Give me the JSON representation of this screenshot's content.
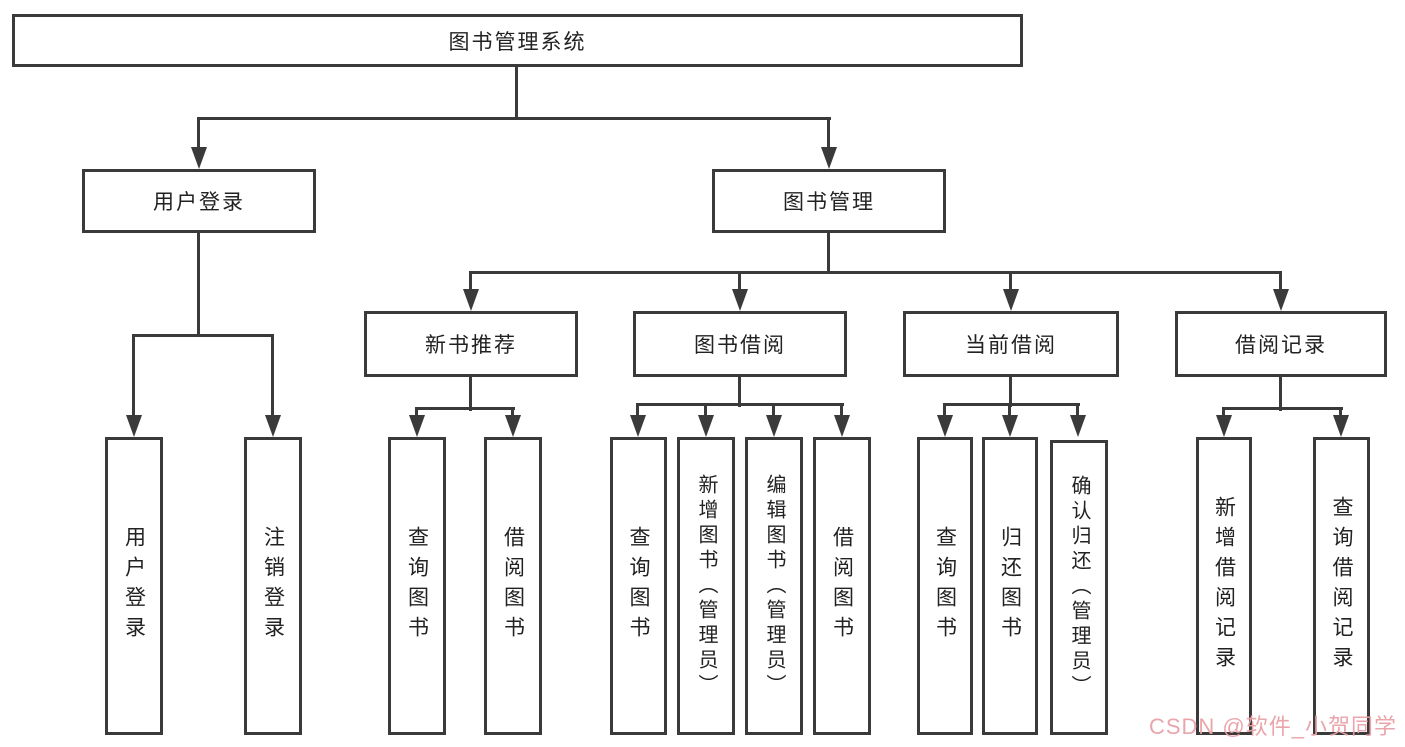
{
  "diagram": {
    "root": "图书管理系统",
    "level2": {
      "user_login": "用户登录",
      "book_management": "图书管理"
    },
    "level3": [
      "新书推荐",
      "图书借阅",
      "当前借阅",
      "借阅记录"
    ],
    "leaves_user": [
      "用户登录",
      "注销登录"
    ],
    "leaves_new_book": [
      "查询图书",
      "借阅图书"
    ],
    "leaves_book_borrow": [
      "查询图书",
      "新增图书（管理员）",
      "编辑图书（管理员）",
      "借阅图书"
    ],
    "leaves_current_borrow": [
      "查询图书",
      "归还图书",
      "确认归还（管理员）"
    ],
    "leaves_borrow_record": [
      "新增借阅记录",
      "查询借阅记录"
    ]
  },
  "watermark": {
    "text": "CSDN @软件_小贺同学"
  },
  "colors": {
    "line": "#3a3a3a",
    "text": "#222222",
    "watermark": "#e9a0a6",
    "background": "#ffffff"
  }
}
